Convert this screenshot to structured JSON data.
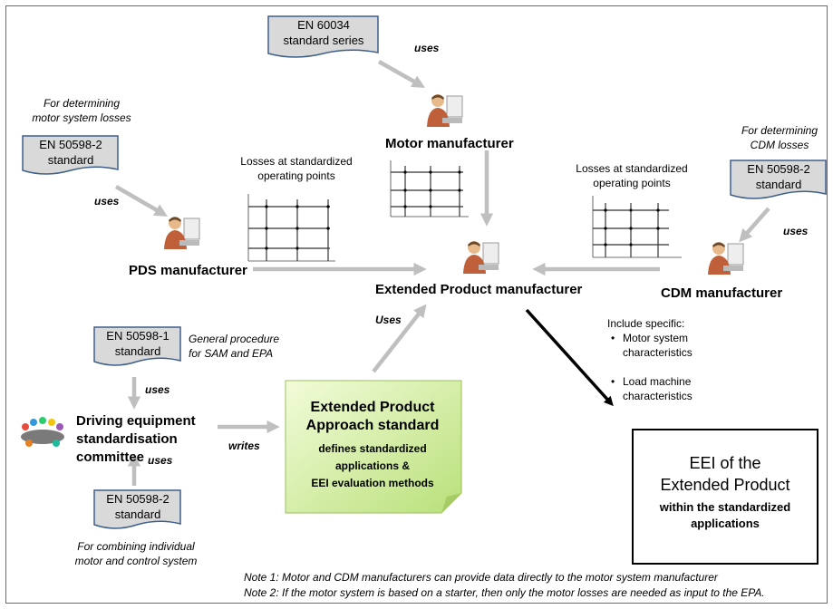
{
  "docs": {
    "en60034": {
      "line1": "EN 60034",
      "line2": "standard series"
    },
    "en50598_2_left": {
      "line1": "EN 50598-2",
      "line2": "standard"
    },
    "en50598_2_right": {
      "line1": "EN 50598-2",
      "line2": "standard"
    },
    "en50598_1": {
      "line1": "EN 50598-1",
      "line2": "standard"
    },
    "en50598_2_bottom": {
      "line1": "EN 50598-2",
      "line2": "standard"
    }
  },
  "uses_labels": {
    "top": "uses",
    "left": "uses",
    "right": "uses",
    "middle": "uses",
    "committee": "uses",
    "extended": "Uses"
  },
  "writes_label": "writes",
  "notes_italic": {
    "motor_system_losses": [
      "For determining",
      "motor system  losses"
    ],
    "cdm_losses": [
      "For determining",
      "CDM losses"
    ],
    "general_procedure": [
      "General procedure",
      "for SAM and EPA"
    ],
    "combining": [
      "For combining individual",
      "motor and control system"
    ]
  },
  "actors": {
    "motor": "Motor manufacturer",
    "pds": "PDS manufacturer",
    "extended": "Extended Product manufacturer",
    "cdm": "CDM manufacturer",
    "committee": [
      "Driving equipment",
      "standardisation",
      "committee"
    ]
  },
  "losses_captions": {
    "left": [
      "Losses at standardized",
      "operating points"
    ],
    "right": [
      "Losses at standardized",
      "operating points"
    ]
  },
  "include_text": {
    "title": "Include specific:",
    "bullet1": [
      "Motor system",
      "characteristics"
    ],
    "bullet2": [
      "Load machine",
      "characteristics"
    ]
  },
  "epa_standard": {
    "title1": "Extended Product",
    "title2": "Approach standard",
    "sub1": "defines standardized",
    "sub2": "applications &",
    "sub3": "EEI evaluation methods"
  },
  "eei_box": {
    "title1": "EEI of the",
    "title2": "Extended Product",
    "sub1": "within the standardized",
    "sub2": "applications"
  },
  "footnotes": [
    "Note 1: Motor and CDM manufacturers can provide data directly to the motor system manufacturer",
    "Note 2: If the motor system is based on a starter, then only the motor losses are needed as input to the EPA."
  ],
  "colors": {
    "doc_fill": "#d9d9d9",
    "doc_stroke": "#3f5f8a",
    "arrow_gray": "#bfbfbf",
    "sticky_light": "#f2fcd9",
    "sticky_dark": "#b9e07a"
  }
}
